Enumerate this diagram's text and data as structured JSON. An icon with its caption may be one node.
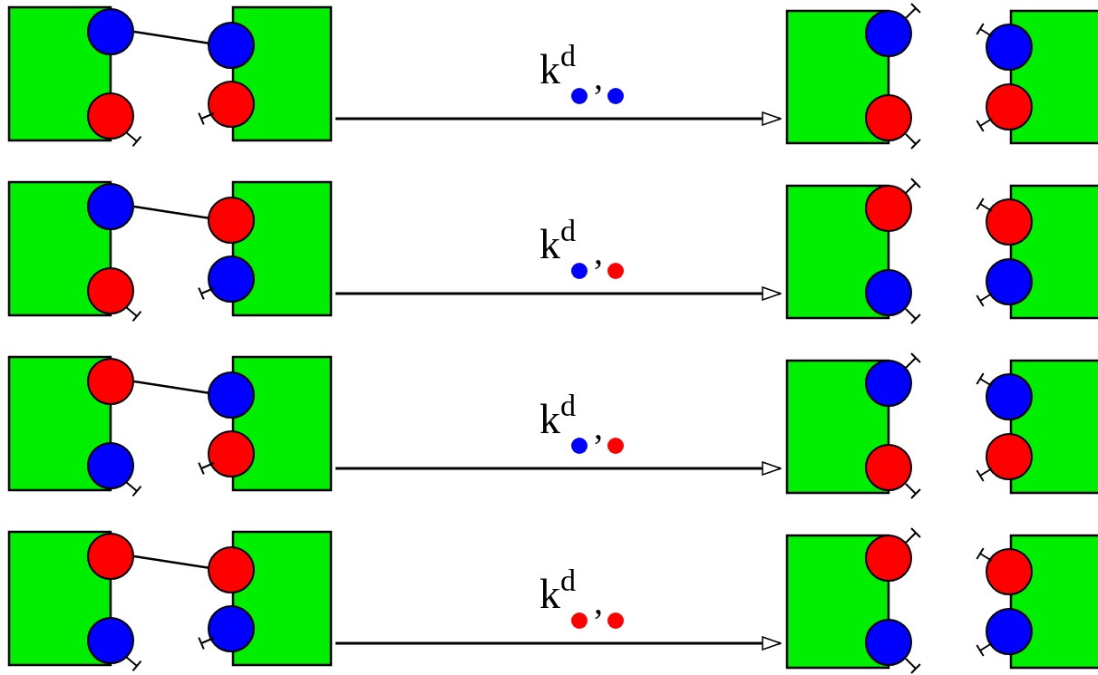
{
  "diagram": {
    "nodes": [
      {
        "text": [],
        "shape": "picture"
      },
      {
        "text": [],
        "shape": "picture"
      },
      {
        "text": [],
        "shape": "picture"
      },
      {
        "text": [],
        "shape": "picture"
      },
      {
        "text": [],
        "shape": "picture"
      },
      {
        "text": [],
        "shape": "picture"
      },
      {
        "text": [],
        "shape": "picture"
      },
      {
        "text": [],
        "shape": "picture"
      }
    ],
    "edges": [
      {
        "from": 0,
        "to": 1,
        "arrow": "to",
        "label": "k$^{d}$$_{,}$"
      },
      {
        "from": 2,
        "to": 3,
        "arrow": "to",
        "label": "k$^{d}$$_{,}$"
      },
      {
        "from": 4,
        "to": 5,
        "arrow": "to",
        "label": "k$^{d}$$_{,}$"
      },
      {
        "from": 6,
        "to": 7,
        "arrow": "to",
        "label": "k$^{d}$$_{,}$"
      }
    ]
  }
}
